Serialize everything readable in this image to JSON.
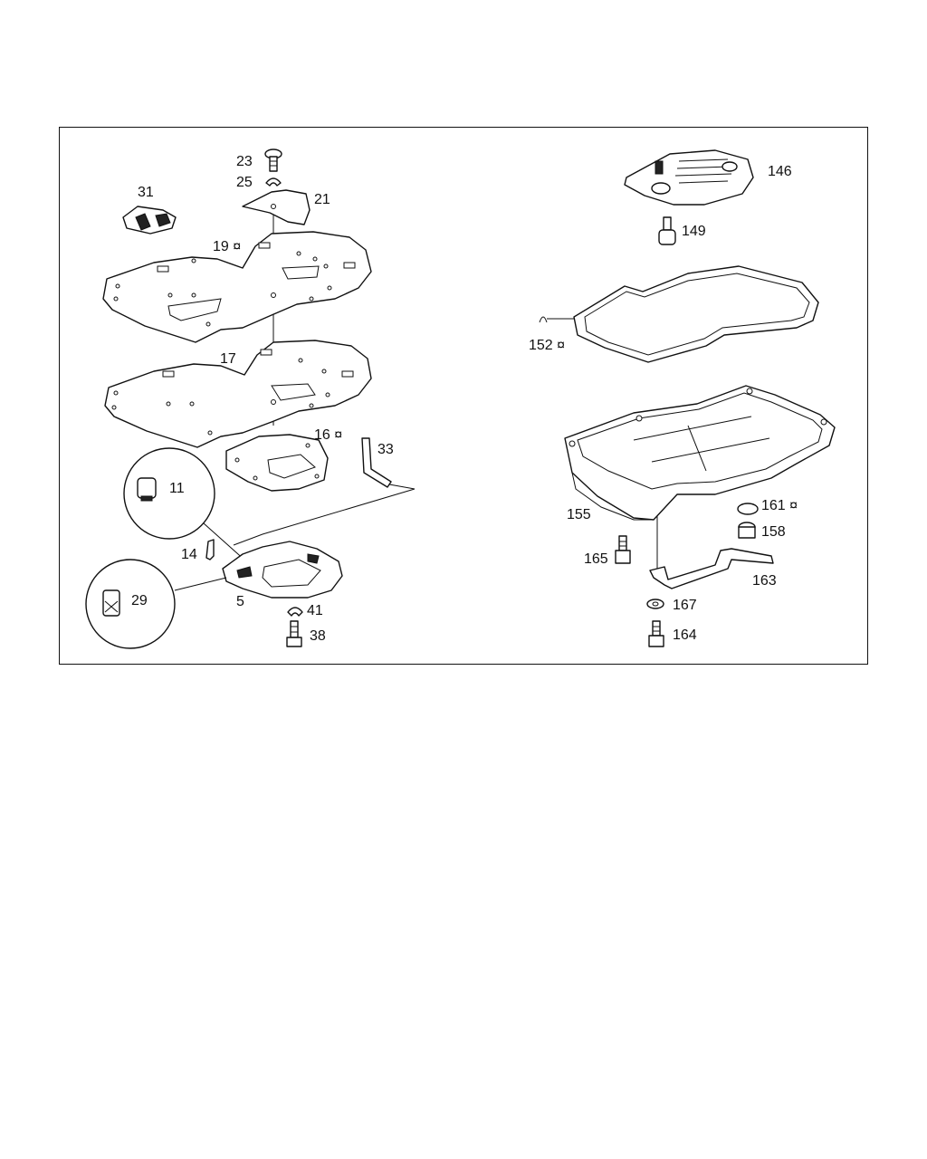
{
  "diagram": {
    "labels": {
      "l5": "5",
      "l11": "11",
      "l14": "14",
      "l16": "16 ¤",
      "l17": "17",
      "l19": "19 ¤",
      "l21": "21",
      "l23": "23",
      "l25": "25",
      "l29": "29",
      "l31": "31",
      "l33": "33",
      "l38": "38",
      "l41": "41",
      "l146": "146",
      "l149": "149",
      "l152": "152 ¤",
      "l155": "155",
      "l158": "158",
      "l161": "161 ¤",
      "l163": "163",
      "l164": "164",
      "l165": "165",
      "l167": "167"
    }
  }
}
